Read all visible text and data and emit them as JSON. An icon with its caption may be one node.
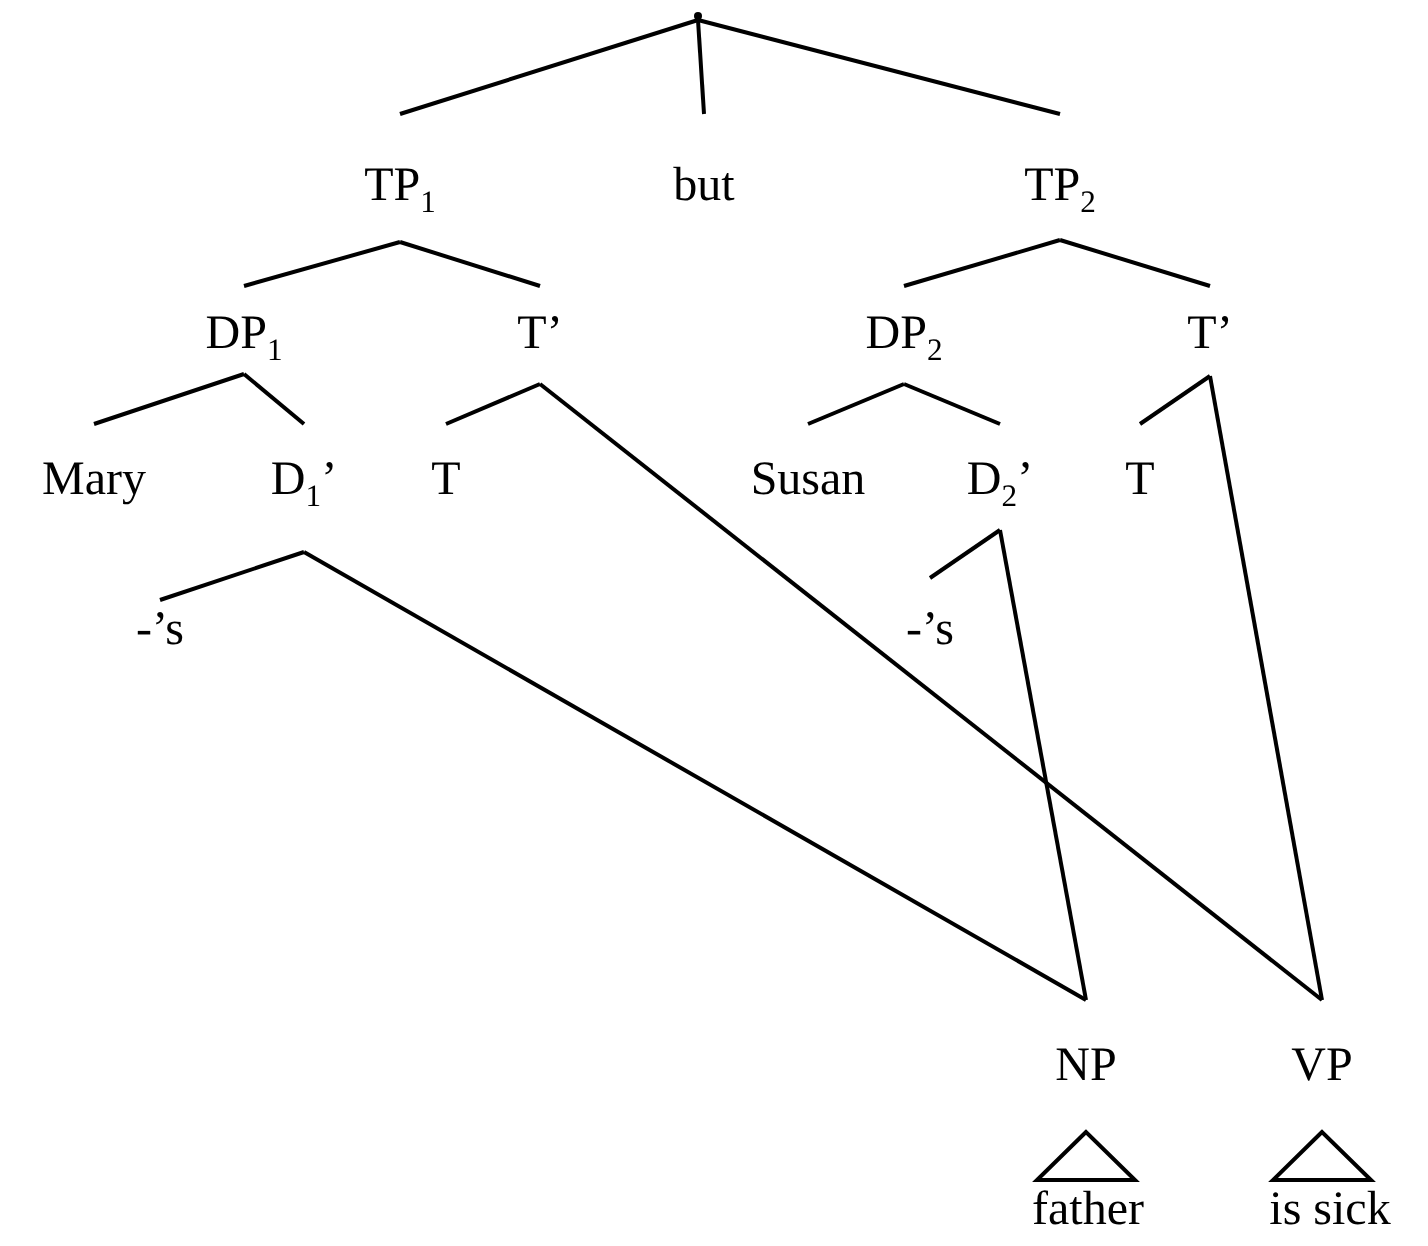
{
  "diagram": {
    "nodes": [
      {
        "text": [],
        "shape": "point"
      },
      {
        "text": [
          "TP$_{1}$"
        ]
      },
      {
        "text": [
          "but"
        ]
      },
      {
        "text": [
          "TP$_{2}$"
        ]
      },
      {
        "text": [
          "DP$_{1}$"
        ]
      },
      {
        "text": [
          "T’"
        ]
      },
      {
        "text": [
          "DP$_{2}$"
        ]
      },
      {
        "text": [
          "T’"
        ]
      },
      {
        "text": [
          "Mary"
        ]
      },
      {
        "text": [
          "D$_{1}$’"
        ]
      },
      {
        "text": [
          "T"
        ]
      },
      {
        "text": [
          "Susan"
        ]
      },
      {
        "text": [
          "D$_{2}$’"
        ]
      },
      {
        "text": [
          "T"
        ]
      },
      {
        "text": [
          "-’s"
        ]
      },
      {
        "text": [
          "-’s"
        ]
      },
      {
        "text": [
          "NP"
        ]
      },
      {
        "text": [
          "VP"
        ]
      },
      {
        "text": [
          "father"
        ]
      },
      {
        "text": [
          "is sick"
        ]
      }
    ],
    "edges": [
      {
        "from": 0,
        "to": 1,
        "arrow": "none"
      },
      {
        "from": 0,
        "to": 2,
        "arrow": "none"
      },
      {
        "from": 0,
        "to": 3,
        "arrow": "none"
      },
      {
        "from": 1,
        "to": 4,
        "arrow": "none"
      },
      {
        "from": 1,
        "to": 5,
        "arrow": "none"
      },
      {
        "from": 3,
        "to": 6,
        "arrow": "none"
      },
      {
        "from": 3,
        "to": 7,
        "arrow": "none"
      },
      {
        "from": 4,
        "to": 8,
        "arrow": "none"
      },
      {
        "from": 4,
        "to": 9,
        "arrow": "none"
      },
      {
        "from": 5,
        "to": 10,
        "arrow": "none"
      },
      {
        "from": 5,
        "to": 17,
        "arrow": "none"
      },
      {
        "from": 6,
        "to": 11,
        "arrow": "none"
      },
      {
        "from": 6,
        "to": 12,
        "arrow": "none"
      },
      {
        "from": 7,
        "to": 13,
        "arrow": "none"
      },
      {
        "from": 7,
        "to": 17,
        "arrow": "none"
      },
      {
        "from": 9,
        "to": 14,
        "arrow": "none"
      },
      {
        "from": 9,
        "to": 16,
        "arrow": "none"
      },
      {
        "from": 12,
        "to": 15,
        "arrow": "none"
      },
      {
        "from": 12,
        "to": 16,
        "arrow": "none"
      },
      {
        "from": 16,
        "to": 18,
        "arrow": "none"
      },
      {
        "from": 17,
        "to": 19,
        "arrow": "none"
      }
    ]
  }
}
